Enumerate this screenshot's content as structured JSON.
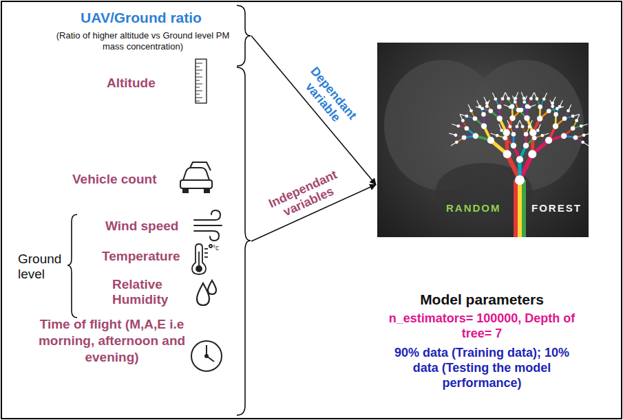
{
  "diagram": {
    "nodes": [
      {
        "text": [
          "UAV/Ground ratio",
          "(Ratio of higher altitude vs Ground level PM mass concentration)"
        ]
      },
      {
        "text": [
          "Altitude",
          "Vehicle count",
          "Wind speed",
          "Temperature",
          "Relative Humidity",
          "Time of flight (M,A,E i.e morning, afternoon and evening)"
        ]
      },
      {
        "text": [
          "RANDOM",
          "FOREST"
        ]
      }
    ],
    "edges": [
      {
        "from": 0,
        "to": 2,
        "arrow": "to",
        "label": "Dependant variable"
      },
      {
        "from": 1,
        "to": 2,
        "arrow": "to",
        "label": "Independant variables"
      }
    ],
    "labels": [
      "Ground level",
      "Model parameters",
      "n_estimators= 100000, Depth of tree= 7",
      "90% data (Training data); 10% data (Testing the model performance)"
    ]
  }
}
